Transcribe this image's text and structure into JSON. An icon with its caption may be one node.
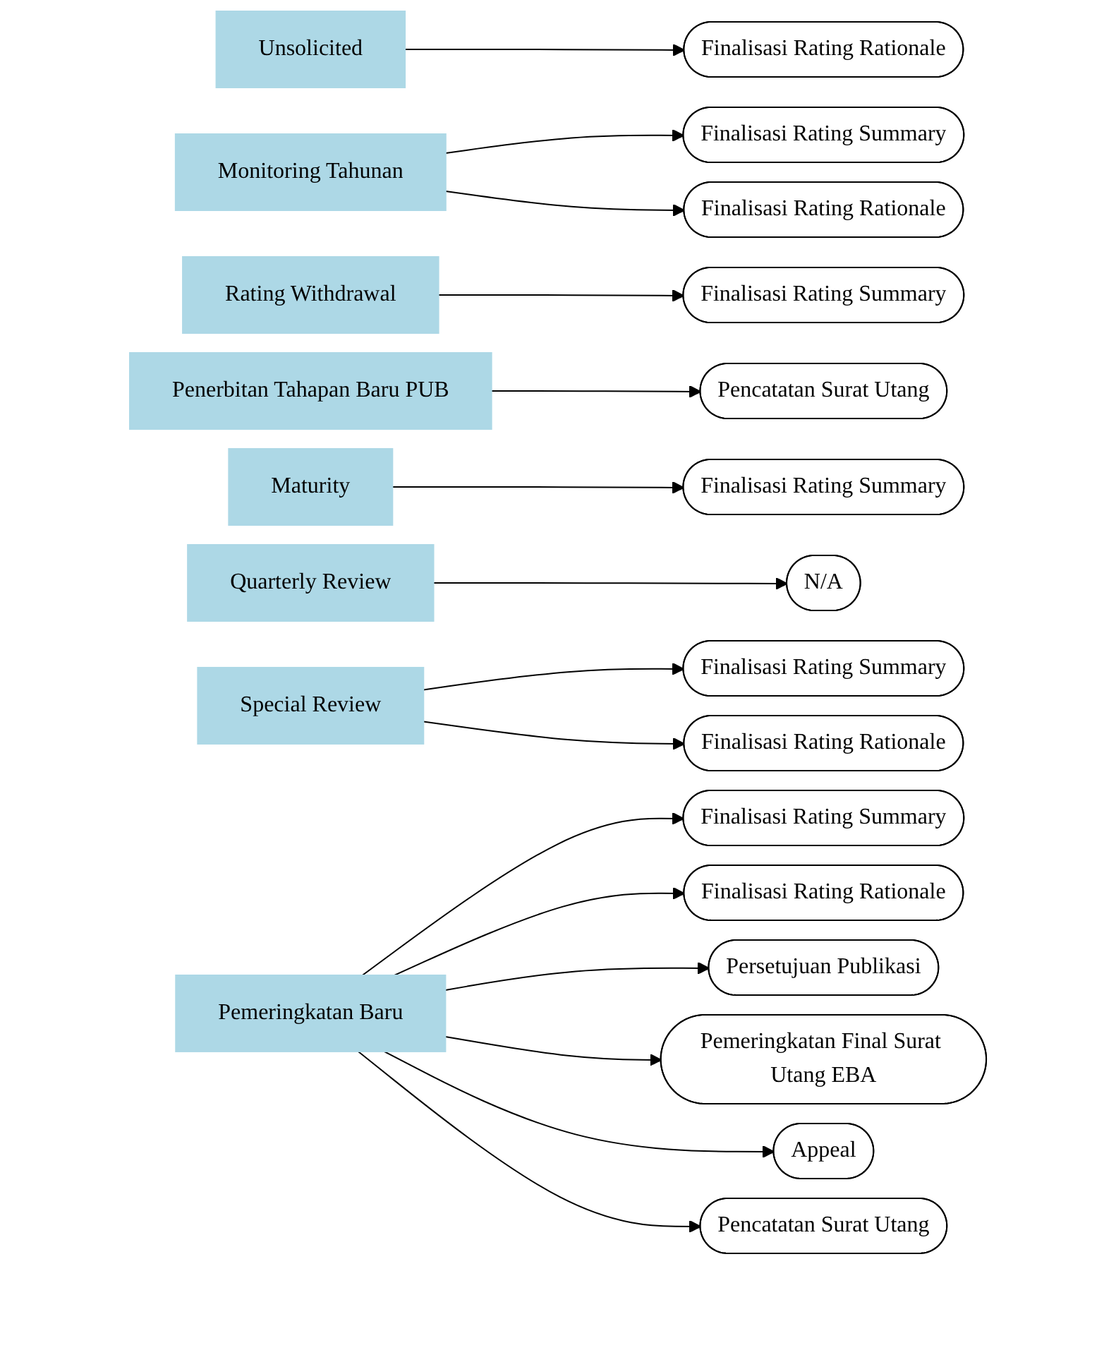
{
  "diagram": {
    "nodes": [
      {
        "text": [
          "Unsolicited"
        ]
      },
      {
        "text": [
          "Finalisasi Rating Rationale"
        ]
      },
      {
        "text": [
          "Monitoring Tahunan"
        ]
      },
      {
        "text": [
          "Finalisasi Rating Summary"
        ]
      },
      {
        "text": [
          "Finalisasi Rating Rationale"
        ]
      },
      {
        "text": [
          "Rating Withdrawal"
        ]
      },
      {
        "text": [
          "Finalisasi Rating Summary"
        ]
      },
      {
        "text": [
          "Penerbitan Tahapan Baru PUB"
        ]
      },
      {
        "text": [
          "Pencatatan Surat Utang"
        ]
      },
      {
        "text": [
          "Maturity"
        ]
      },
      {
        "text": [
          "Finalisasi Rating Summary"
        ]
      },
      {
        "text": [
          "Quarterly Review"
        ]
      },
      {
        "text": [
          "N/A"
        ]
      },
      {
        "text": [
          "Special Review"
        ]
      },
      {
        "text": [
          "Finalisasi Rating Summary"
        ]
      },
      {
        "text": [
          "Finalisasi Rating Rationale"
        ]
      },
      {
        "text": [
          "Pemeringkatan Baru"
        ]
      },
      {
        "text": [
          "Finalisasi Rating Summary"
        ]
      },
      {
        "text": [
          "Finalisasi Rating Rationale"
        ]
      },
      {
        "text": [
          "Persetujuan Publikasi"
        ]
      },
      {
        "text": [
          "Pemeringkatan Final Surat Utang EBA"
        ]
      },
      {
        "text": [
          "Appeal"
        ]
      },
      {
        "text": [
          "Pencatatan Surat Utang"
        ]
      }
    ],
    "edges": [
      {
        "from": 0,
        "to": 1,
        "arrow": "to"
      },
      {
        "from": 2,
        "to": 3,
        "arrow": "to"
      },
      {
        "from": 2,
        "to": 4,
        "arrow": "to"
      },
      {
        "from": 5,
        "to": 6,
        "arrow": "to"
      },
      {
        "from": 7,
        "to": 8,
        "arrow": "to"
      },
      {
        "from": 9,
        "to": 10,
        "arrow": "to"
      },
      {
        "from": 11,
        "to": 12,
        "arrow": "to"
      },
      {
        "from": 13,
        "to": 14,
        "arrow": "to"
      },
      {
        "from": 13,
        "to": 15,
        "arrow": "to"
      },
      {
        "from": 16,
        "to": 17,
        "arrow": "to"
      },
      {
        "from": 16,
        "to": 18,
        "arrow": "to"
      },
      {
        "from": 16,
        "to": 19,
        "arrow": "to"
      },
      {
        "from": 16,
        "to": 20,
        "arrow": "to"
      },
      {
        "from": 16,
        "to": 21,
        "arrow": "to"
      },
      {
        "from": 16,
        "to": 22,
        "arrow": "to"
      }
    ]
  }
}
